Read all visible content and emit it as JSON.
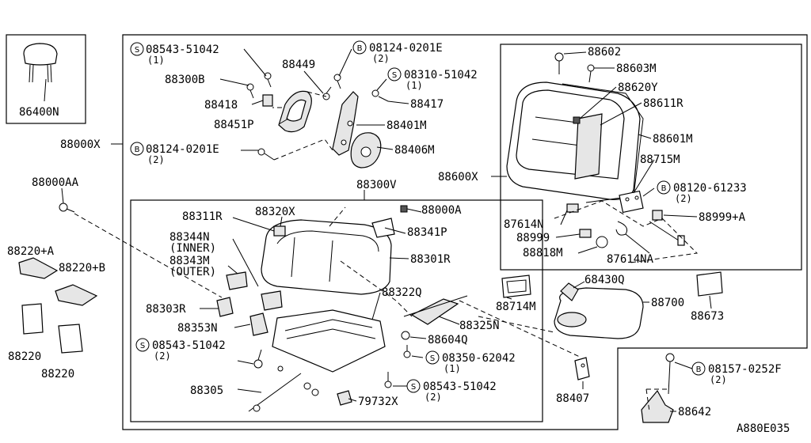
{
  "labels": {
    "p86400N": "86400N",
    "p88000X": "88000X",
    "p08543_51042_top": "08543-51042",
    "p08543_51042_top_q": "(1)",
    "p88449": "88449",
    "p08124_0201E_top": "08124-0201E",
    "p08124_0201E_top_q": "(2)",
    "p08310_51042": "08310-51042",
    "p08310_51042_q": "(1)",
    "p88300B": "88300B",
    "p88417": "88417",
    "p88418": "88418",
    "p88451P": "88451P",
    "p88401M": "88401M",
    "p08124_0201E_mid": "08124-0201E",
    "p08124_0201E_mid_q": "(2)",
    "p88406M": "88406M",
    "p88602": "88602",
    "p88603M": "88603M",
    "p88620Y": "88620Y",
    "p88611R": "88611R",
    "p88601M": "88601M",
    "p88715M": "88715M",
    "p88600X": "88600X",
    "p08120_61233": "08120-61233",
    "p08120_61233_q": "(2)",
    "p88999A": "88999+A",
    "p87614N": "87614N",
    "p88999": "88999",
    "p88818M": "88818M",
    "p87614NA": "87614NA",
    "p88000AA": "88000AA",
    "p88300V": "88300V",
    "p88311R": "88311R",
    "p88320X": "88320X",
    "p88000A": "88000A",
    "p88341P": "88341P",
    "p88344N": "88344N",
    "inner": "(INNER)",
    "p88343M": "88343M",
    "outer": "(OUTER)",
    "p88301R": "88301R",
    "p88220A": "88220+A",
    "p88220B": "88220+B",
    "p88220_1": "88220",
    "p88220_2": "88220",
    "p88303R": "88303R",
    "p88322Q": "88322Q",
    "p88353N": "88353N",
    "p88325N": "88325N",
    "p88604Q": "88604Q",
    "p08543_51042_low": "08543-51042",
    "p08543_51042_low_q": "(2)",
    "p08350_62042": "08350-62042",
    "p08350_62042_q": "(1)",
    "p88305": "88305",
    "p08543_51042_bot": "08543-51042",
    "p08543_51042_bot_q": "(2)",
    "p79732X": "79732X",
    "p68430Q": "68430Q",
    "p88700": "88700",
    "p88714M": "88714M",
    "p88673": "88673",
    "p88407": "88407",
    "p08157_0252F": "08157-0252F",
    "p08157_0252F_q": "(2)",
    "p88642": "88642",
    "code": "A880E035"
  },
  "prefixes": {
    "s": "S",
    "b": "B"
  }
}
